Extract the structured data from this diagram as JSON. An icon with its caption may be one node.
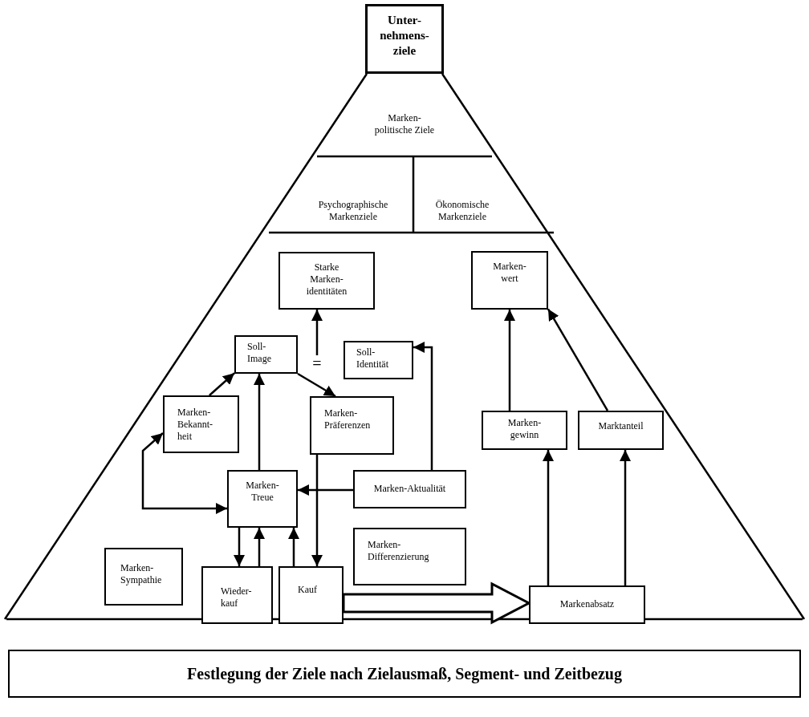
{
  "diagram": {
    "nodes": [
      {
        "text": [
          "Unter- nehmens- ziele"
        ]
      },
      {
        "text": [
          "Starke Marken- identitäten"
        ]
      },
      {
        "text": [
          "Marken- wert"
        ]
      },
      {
        "text": [
          "Soll- Image"
        ]
      },
      {
        "text": [
          "Soll- Identität"
        ]
      },
      {
        "text": [
          "Marken- Bekannt- heit"
        ]
      },
      {
        "text": [
          "Marken- Präferenzen"
        ]
      },
      {
        "text": [
          "Marken- Treue"
        ]
      },
      {
        "text": [
          "Marken-Aktualität"
        ]
      },
      {
        "text": [
          "Marken- gewinn"
        ]
      },
      {
        "text": [
          "Marktanteil"
        ]
      },
      {
        "text": [
          "Marken- Differenzierung"
        ]
      },
      {
        "text": [
          "Marken- Sympathie"
        ]
      },
      {
        "text": [
          "Wieder- kauf"
        ]
      },
      {
        "text": [
          "Kauf"
        ]
      },
      {
        "text": [
          "Markenabsatz"
        ]
      },
      {
        "text": [
          "Festlegung der Ziele nach Zielausmaß, Segment- und Zeitbezug"
        ]
      },
      {
        "text": [
          "="
        ]
      }
    ],
    "edges": [
      {
        "from": 17,
        "to": 1,
        "arrow": "to"
      },
      {
        "from": 5,
        "to": 3,
        "arrow": "to"
      },
      {
        "from": 3,
        "to": 6,
        "arrow": "to"
      },
      {
        "from": 7,
        "to": 3,
        "arrow": "to"
      },
      {
        "from": 5,
        "to": 7,
        "arrow": "both"
      },
      {
        "from": 7,
        "to": 13,
        "arrow": "to"
      },
      {
        "from": 13,
        "to": 7,
        "arrow": "to"
      },
      {
        "from": 14,
        "to": 7,
        "arrow": "to"
      },
      {
        "from": 6,
        "to": 14,
        "arrow": "to"
      },
      {
        "from": 8,
        "to": 7,
        "arrow": "to"
      },
      {
        "from": 8,
        "to": 4,
        "arrow": "to"
      },
      {
        "from": 9,
        "to": 2,
        "arrow": "to"
      },
      {
        "from": 10,
        "to": 2,
        "arrow": "to"
      },
      {
        "from": 15,
        "to": 9,
        "arrow": "to"
      },
      {
        "from": 15,
        "to": 10,
        "arrow": "to"
      },
      {
        "from": 14,
        "to": 15,
        "arrow": "to",
        "style": "thick"
      }
    ],
    "labels": [
      "Marken- politische Ziele",
      "Psychographische Markenziele",
      "Ökonomische Markenziele"
    ]
  }
}
